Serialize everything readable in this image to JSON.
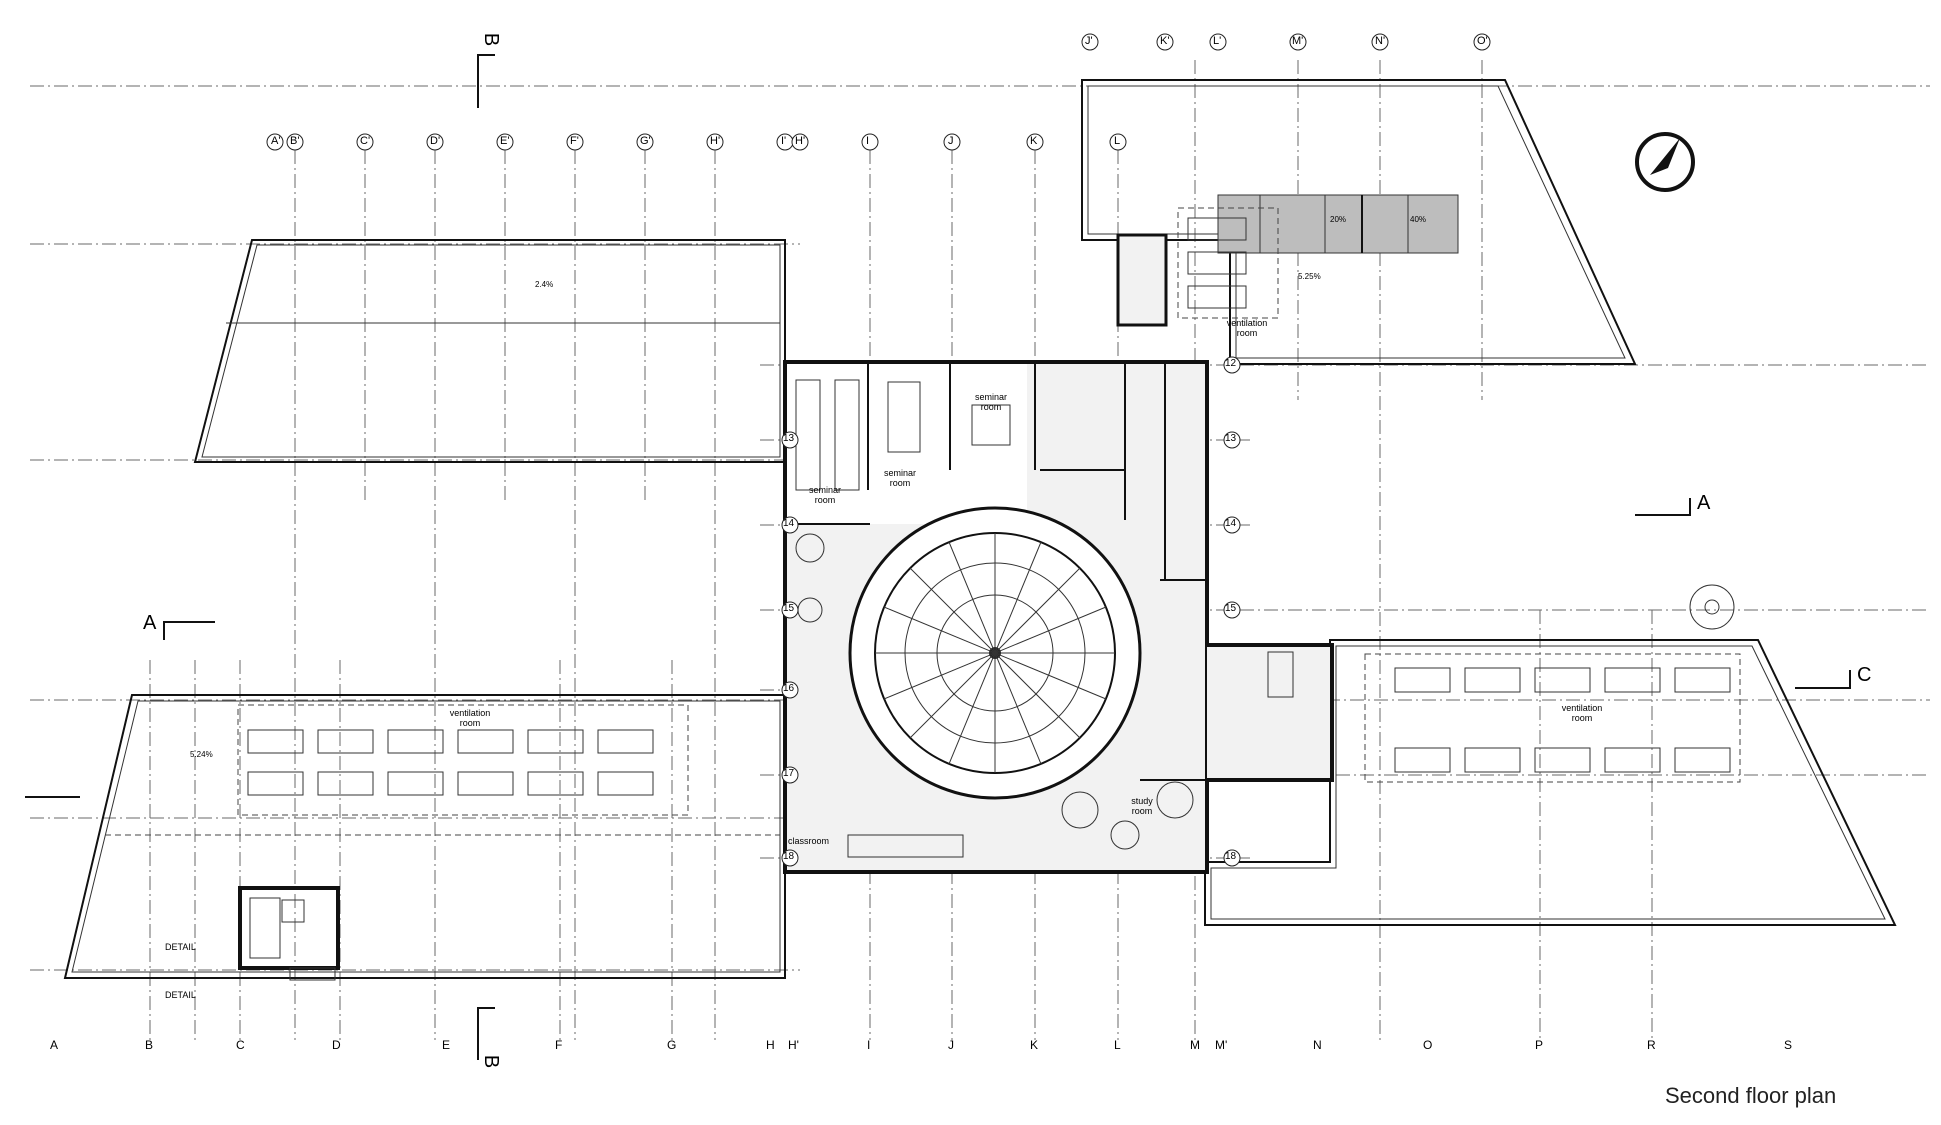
{
  "title": "Second floor plan",
  "grid_top_left": [
    "A'",
    "B'",
    "C'",
    "D'",
    "E'",
    "F'",
    "G'",
    "H'",
    "I'",
    "H'"
  ],
  "grid_top_right": [
    "J'",
    "K'",
    "L'",
    "M'",
    "N'",
    "O'"
  ],
  "grid_mid": [
    "I",
    "J",
    "K",
    "L"
  ],
  "grid_bottom": [
    "A",
    "B",
    "C",
    "D",
    "E",
    "F",
    "G",
    "H",
    "H'",
    "I",
    "J",
    "K",
    "L",
    "M",
    "M'",
    "N",
    "O",
    "P",
    "R",
    "S"
  ],
  "grid_rows": [
    "12",
    "13",
    "14",
    "15",
    "16",
    "17",
    "18"
  ],
  "rooms": {
    "seminar_1": "seminar room",
    "seminar_2": "seminar room",
    "seminar_3": "seminar room",
    "classroom": "classroom",
    "study": "study room",
    "vent_1": "ventilation room",
    "vent_2": "ventilation room",
    "vent_3": "ventilation room"
  },
  "sections": {
    "a": "A",
    "b": "B",
    "c": "C"
  },
  "details": {
    "d1": "DETAIL",
    "d2": "DETAIL"
  },
  "slopes": {
    "s1": "5.25%",
    "s2": "2.4%",
    "s3": "20%",
    "s4": "40%",
    "s5": "5.24%"
  },
  "colors": {
    "line": "#111111",
    "grid": "#6a6a6a",
    "fill": "#f2f2f2",
    "roof": "#bdbdbd"
  }
}
